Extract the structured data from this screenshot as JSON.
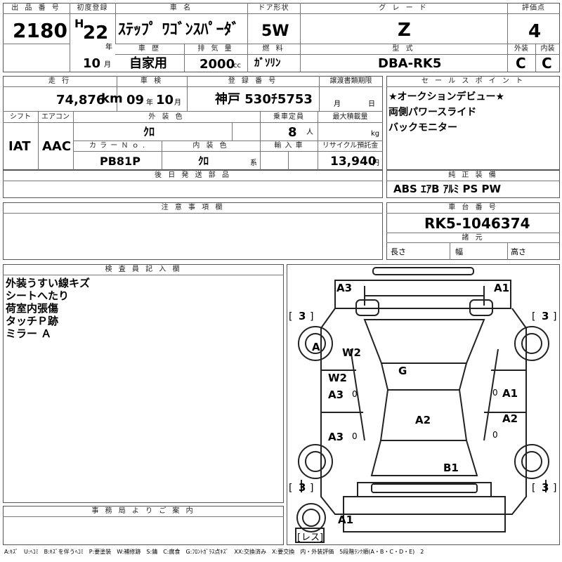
{
  "headers": {
    "lot_no": "出 品 番 号",
    "first_reg": "初度登録",
    "car_name": "車 名",
    "door": "ドア形状",
    "grade": "グ レ ー ド",
    "score": "評価点",
    "history": "車 歴",
    "displacement": "排 気 量",
    "fuel": "燃 料",
    "model": "型 式",
    "exterior": "外装",
    "interior": "内装",
    "mileage": "走 行",
    "inspection": "車 検",
    "reg_no": "登 録 番 号",
    "transfer": "譲渡書類期限",
    "sales_points": "セ ー ル ス ポ イ ン ト",
    "shift": "シフト",
    "aircon": "エアコン",
    "ext_color": "外 装 色",
    "capacity": "乗車定員",
    "max_load": "最大積載量",
    "color_no": "カ ラ ー Ｎ ｏ .",
    "int_color": "内 装 色",
    "import": "輸 入 車",
    "recycle": "リサイクル預託金",
    "later_parts": "後 日 発 送 部 品",
    "equipment": "純 正 装 備",
    "notes": "注 意 事 項 欄",
    "chassis_no": "車 台 番 号",
    "dimensions": "諸 元",
    "inspector": "検 査 員 記 入 欄",
    "office": "事 務 局 よ り ご 案 内"
  },
  "lot_no": "2180",
  "era": "H",
  "year": "22",
  "year_unit": "年",
  "month": "10",
  "month_unit": "月",
  "car_name": "ｽﾃｯﾌﾟ ﾜｺﾞﾝｽﾊﾟｰﾀﾞ",
  "door": "5W",
  "grade": "Z",
  "score": "4",
  "history": "自家用",
  "displacement": "2000",
  "displacement_unit": "cc",
  "fuel": "ｶﾞｿﾘﾝ",
  "model": "DBA-RK5",
  "exterior_grade": "C",
  "interior_grade": "C",
  "mileage": "74,876",
  "mileage_unit": "km",
  "inspection_year": "09",
  "inspection_month": "10",
  "reg_no": "神戸 530ﾁ5753",
  "transfer_month": "月",
  "transfer_day": "日",
  "sales_points": [
    "★オークションデビュー★",
    "両側パワースライド",
    "バックモニター"
  ],
  "shift": "IAT",
  "aircon": "AAC",
  "ext_color": "ｸﾛ",
  "capacity": "8",
  "capacity_unit": "人",
  "max_load_unit": "kg",
  "color_no": "PB81P",
  "int_color": "ｸﾛ",
  "int_color_unit": "系",
  "recycle": "13,940",
  "recycle_unit": "円",
  "equipment": "ABS ｴｱB ｱﾙﾐ PS PW",
  "chassis_no": "RK5-1046374",
  "dim_labels": [
    "長さ",
    "幅",
    "高さ"
  ],
  "inspector_notes": [
    "外装うすい線キズ",
    "シートへたり",
    "荷室内張傷",
    "タッチＰ跡",
    "ミラー Ａ"
  ],
  "diagram_marks": {
    "a3_front_left": "A3",
    "a1_front_right": "A1",
    "tire_fl": "3",
    "tire_fr": "3",
    "tire_rl": "3",
    "tire_rr": "3",
    "mirror": "A",
    "w2_upper": "W2",
    "w2_lower": "W2",
    "g": "G",
    "a3_left_door": "A3",
    "a1_right_door": "A1",
    "a2_roof": "A2",
    "a2_right": "A2",
    "a3_left_rear": "A3",
    "b1": "B1",
    "a1_rear": "A1",
    "rear_label": "レス",
    "zero_left": "0",
    "zero_right": "0",
    "zero_left2": "0",
    "zero_right2": "0"
  },
  "legend": "A:ｷｽﾞ　U:ﾍｺﾐ　B:ｷｽﾞを伴うﾍｺﾐ　P:要塗装　W:補修跡　S:錆　C:腐食　G:ﾌﾛﾝﾄｶﾞﾗｽ点ｷｽﾞ　XX:交換済み　X:要交換　内・外装評価　5段階ﾗﾝｸ順(A・B・C・D・E)　2"
}
